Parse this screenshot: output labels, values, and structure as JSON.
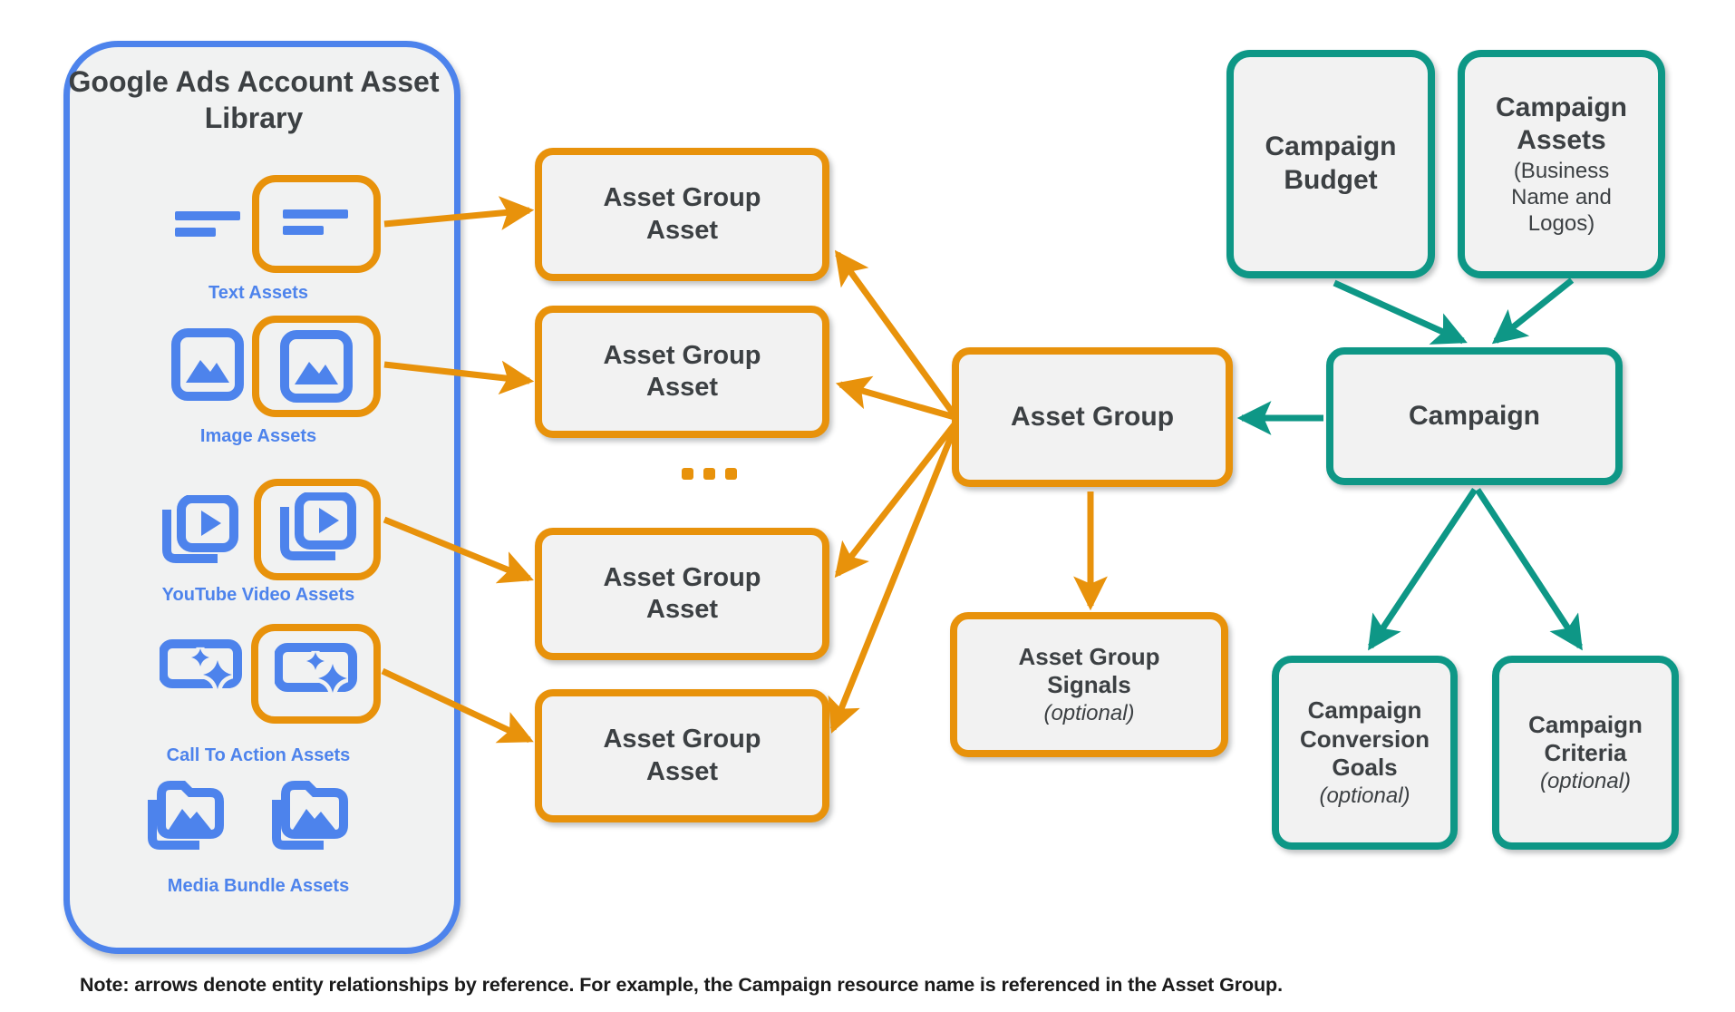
{
  "colors": {
    "orange": "#E8920B",
    "teal": "#0E9786",
    "blue": "#4D83EC",
    "box_fill": "#F2F2F2",
    "library_fill": "#F1F2F2",
    "text_dark": "#3C4043",
    "canvas_bg": "#FFFFFF"
  },
  "library": {
    "title": "Google Ads Account Asset Library",
    "asset_types": [
      {
        "label": "Text Assets",
        "icon": "text-lines-icon",
        "linked": true
      },
      {
        "label": "Image Assets",
        "icon": "image-icon",
        "linked": true
      },
      {
        "label": "YouTube Video Assets",
        "icon": "youtube-video-icon",
        "linked": true
      },
      {
        "label": "Call To Action Assets",
        "icon": "call-to-action-sparkle-icon",
        "linked": true
      },
      {
        "label": "Media Bundle Assets",
        "icon": "media-bundle-folder-icon",
        "linked": false
      }
    ]
  },
  "middle": {
    "asset_group_asset_label": "Asset Group Asset",
    "ellipsis": "...",
    "asset_group_label": "Asset Group",
    "asset_group_signals": {
      "title": "Asset Group Signals",
      "qualifier": "(optional)"
    }
  },
  "campaign": {
    "budget_label": "Campaign Budget",
    "assets": {
      "title": "Campaign Assets",
      "subtitle": "(Business Name and Logos)"
    },
    "label": "Campaign",
    "conversion_goals": {
      "title": "Campaign Conversion Goals",
      "qualifier": "(optional)"
    },
    "criteria": {
      "title": "Campaign Criteria",
      "qualifier": "(optional)"
    }
  },
  "note": "Note: arrows denote entity relationships by reference. For example, the Campaign resource name is referenced in the Asset Group."
}
